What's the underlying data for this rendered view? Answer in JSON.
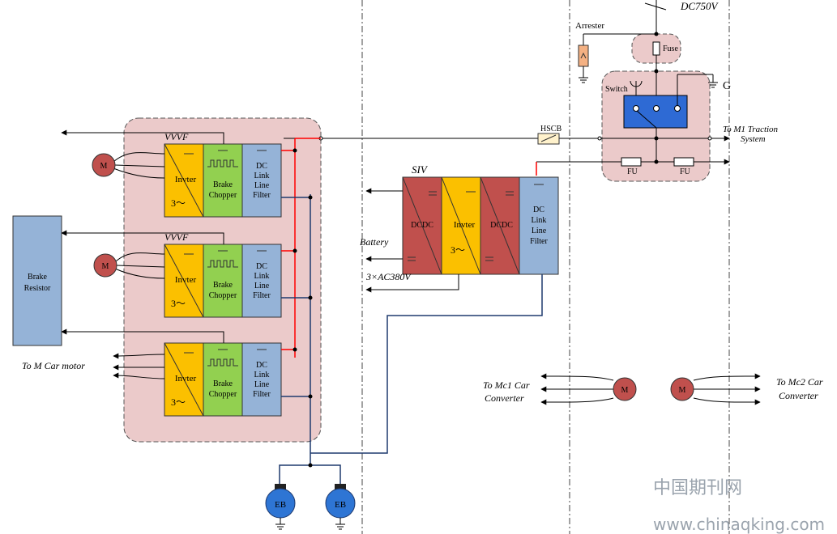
{
  "source": {
    "label": "DC750V"
  },
  "arrester": {
    "label": "Arrester"
  },
  "fuse": {
    "label": "Fuse"
  },
  "switch": {
    "label": "Switch"
  },
  "ground": {
    "label": "G"
  },
  "hscb": {
    "label": "HSCB"
  },
  "fu_labels": [
    "FU",
    "FU"
  ],
  "traction_output": {
    "line1": "To M1 Traction",
    "line2": "System"
  },
  "vvvf": {
    "label": "VVVF",
    "units": [
      {
        "show_label": true,
        "inverter": "Invter",
        "chopper": [
          "Brake",
          "Chopper"
        ],
        "filter": [
          "DC",
          "Link",
          "Line",
          "Filter"
        ],
        "phase": "3～"
      },
      {
        "show_label": true,
        "inverter": "Invter",
        "chopper": [
          "Brake",
          "Chopper"
        ],
        "filter": [
          "DC",
          "Link",
          "Line",
          "Filter"
        ],
        "phase": "3～"
      },
      {
        "show_label": false,
        "inverter": "Invter",
        "chopper": [
          "Brake",
          "Chopper"
        ],
        "filter": [
          "DC",
          "Link",
          "Line",
          "Filter"
        ],
        "phase": "3～"
      }
    ]
  },
  "motor_label": "M",
  "brake_resistor": {
    "line1": "Brake",
    "line2": "Resistor"
  },
  "m_car_motor": "To M Car motor",
  "siv": {
    "label": "SIV",
    "dcdc": "DCDC",
    "inverter": "Invter",
    "phase": "3～",
    "filter": [
      "DC",
      "Link",
      "Line",
      "Filter"
    ],
    "battery": "Battery",
    "ac_output": "3×AC380V"
  },
  "eb_label": "EB",
  "mc1": {
    "line1": "To Mc1 Car",
    "line2": "Converter"
  },
  "mc2": {
    "line1": "To Mc2 Car",
    "line2": "Converter"
  },
  "watermark": {
    "cn": "中国期刊网",
    "url": "www.chinaqking.com"
  },
  "colors": {
    "zone_fill": "#ebcaca",
    "inverter": "#fbc000",
    "chopper": "#92d050",
    "filter": "#95b3d7",
    "dcdc": "#c0504d",
    "motor": "#c0504d",
    "eb": "#2e75d4",
    "switch": "#2e6ad4",
    "bus_red": "#ff0000",
    "bus_blue": "#1f3a6e"
  }
}
